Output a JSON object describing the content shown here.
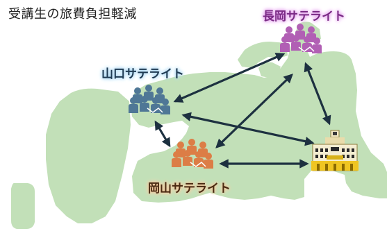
{
  "title": "受講生の旅費負担軽減",
  "nodes": {
    "nagaoka": {
      "label": "長岡サテライト",
      "color": "#b15fb4"
    },
    "yamaguchi": {
      "label": "山口サテライト",
      "color": "#4f7796"
    },
    "okayama": {
      "label": "岡山サテライト",
      "color": "#dc7d46"
    },
    "university": {
      "label": "",
      "icon": "university-building-icon"
    }
  },
  "map_color": "#c2e0b8",
  "arrow_color": "#1d3140",
  "connections": [
    [
      "nagaoka",
      "yamaguchi"
    ],
    [
      "nagaoka",
      "okayama"
    ],
    [
      "nagaoka",
      "university"
    ],
    [
      "yamaguchi",
      "okayama"
    ],
    [
      "yamaguchi",
      "university"
    ],
    [
      "okayama",
      "university"
    ]
  ]
}
